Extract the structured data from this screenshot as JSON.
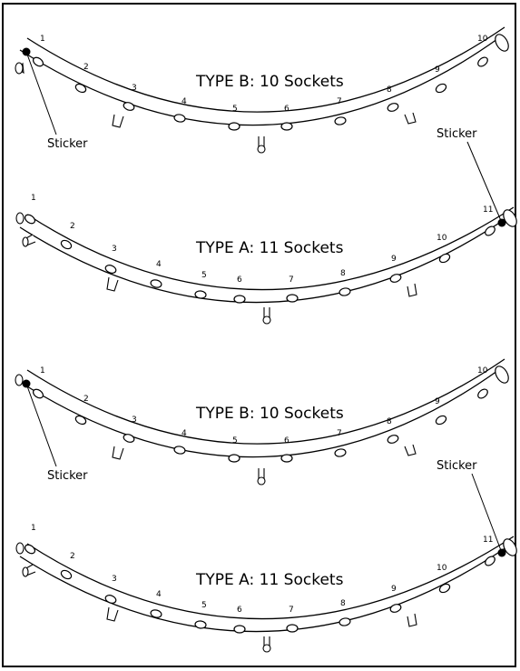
{
  "diagrams": [
    {
      "type": "B",
      "title": "TYPE B: 10 Sockets",
      "socket_labels": [
        "1",
        "2",
        "3",
        "4",
        "5",
        "6",
        "7",
        "8",
        "9",
        "10"
      ],
      "sticker_label": "Sticker"
    },
    {
      "type": "A",
      "title": "TYPE A: 11 Sockets",
      "socket_labels": [
        "1",
        "2",
        "3",
        "4",
        "5",
        "6",
        "7",
        "8",
        "9",
        "10",
        "11"
      ],
      "sticker_label": "Sticker"
    },
    {
      "type": "B",
      "title": "TYPE B: 10 Sockets",
      "socket_labels": [
        "1",
        "2",
        "3",
        "4",
        "5",
        "6",
        "7",
        "8",
        "9",
        "10"
      ],
      "sticker_label": "Sticker"
    },
    {
      "type": "A",
      "title": "TYPE A: 11 Sockets",
      "socket_labels": [
        "1",
        "2",
        "3",
        "4",
        "5",
        "6",
        "7",
        "8",
        "9",
        "10",
        "11"
      ],
      "sticker_label": "Sticker"
    }
  ]
}
